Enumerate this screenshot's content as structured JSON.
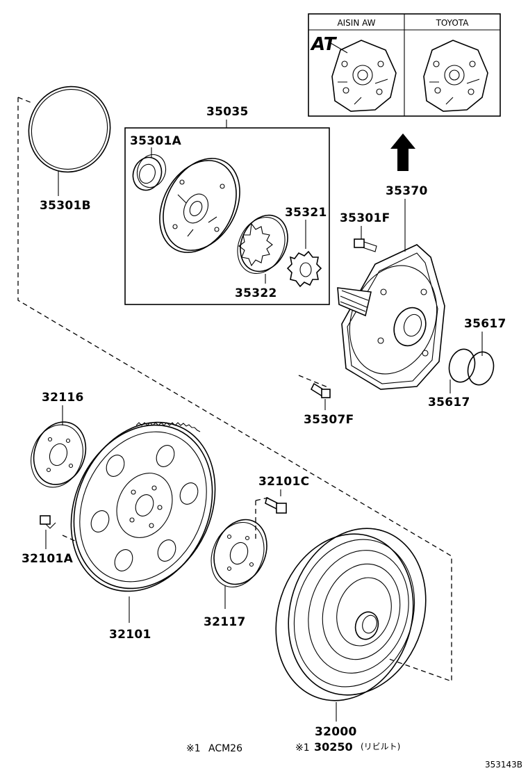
{
  "legend_box": {
    "col1_label": "AISIN AW",
    "col2_label": "TOYOTA",
    "at_mark": "AT"
  },
  "parts": {
    "p35035": "35035",
    "p35301A": "35301A",
    "p35301B": "35301B",
    "p35321": "35321",
    "p35322": "35322",
    "p35370": "35370",
    "p35301F": "35301F",
    "p35617_top": "35617",
    "p35617_bottom": "35617",
    "p35307F": "35307F",
    "p32116": "32116",
    "p32101C": "32101C",
    "p32101A": "32101A",
    "p32117": "32117",
    "p32101": "32101",
    "p32000": "32000"
  },
  "notes": {
    "note1_mark": "※1",
    "note1_text": "ACM26",
    "note2_mark": "※1",
    "note2_part": "30250",
    "note2_suffix": "(リビルト)"
  },
  "figure_id": "353143B"
}
